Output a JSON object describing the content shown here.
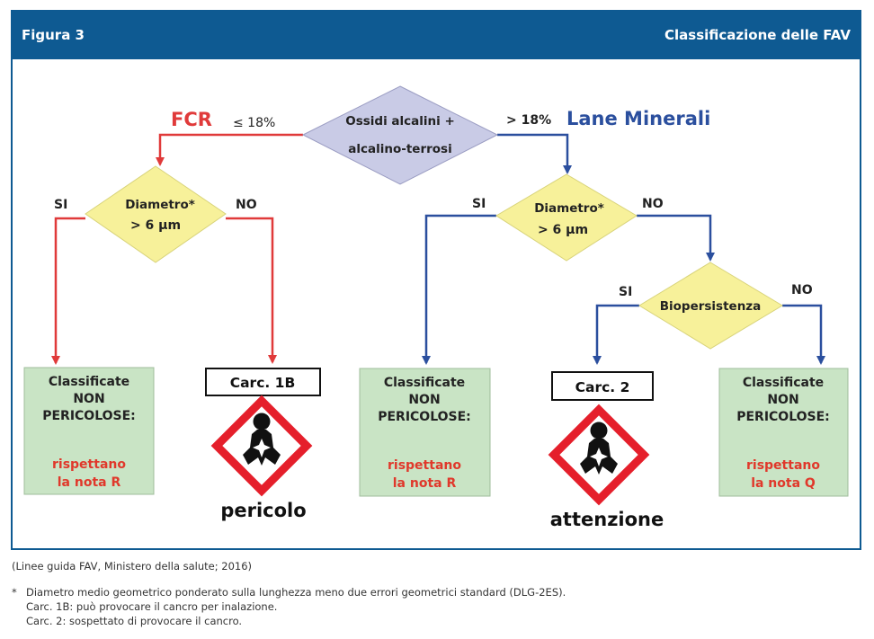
{
  "header": {
    "figure_label": "Figura 3",
    "title": "Classificazione delle FAV"
  },
  "diagram": {
    "root": {
      "line1": "Ossidi alcalini +",
      "line2": "alcalino-terrosi"
    },
    "left_branch": {
      "label": "FCR",
      "condition": "≤ 18%"
    },
    "right_branch": {
      "label": "Lane Minerali",
      "condition": "> 18%"
    },
    "diameter": {
      "line1": "Diametro*",
      "line2": "> 6 μm"
    },
    "biopersistence": "Biopersistenza",
    "yes": "SI",
    "no": "NO",
    "box_non_hazard": {
      "line1": "Classificate",
      "line2": "NON",
      "line3": "PERICOLOSE:"
    },
    "note_line1": "rispettano",
    "note_r": "la nota R",
    "note_q": "la nota Q",
    "carc1b": "Carc. 1B",
    "carc2": "Carc. 2",
    "danger_word": "pericolo",
    "warning_word": "attenzione"
  },
  "footer": {
    "source": "(Linee guida FAV, Ministero della salute; 2016)",
    "asterisk": "*",
    "notes": [
      "Diametro medio geometrico ponderato sulla lunghezza meno due errori geometrici standard (DLG-2ES).",
      "Carc. 1B: può provocare il cancro per inalazione.",
      "Carc. 2: sospettato di provocare il cancro."
    ]
  },
  "colors": {
    "header_blue": "#0e5a92",
    "arrow_red": "#e03a3a",
    "arrow_blue": "#2b4f9e",
    "diamond_root": "#c9cbe6",
    "diamond_yellow": "#f7f19a",
    "box_green": "#c9e4c5",
    "note_red": "#e0382b"
  },
  "icons": [
    "health-hazard-pictogram-icon"
  ]
}
